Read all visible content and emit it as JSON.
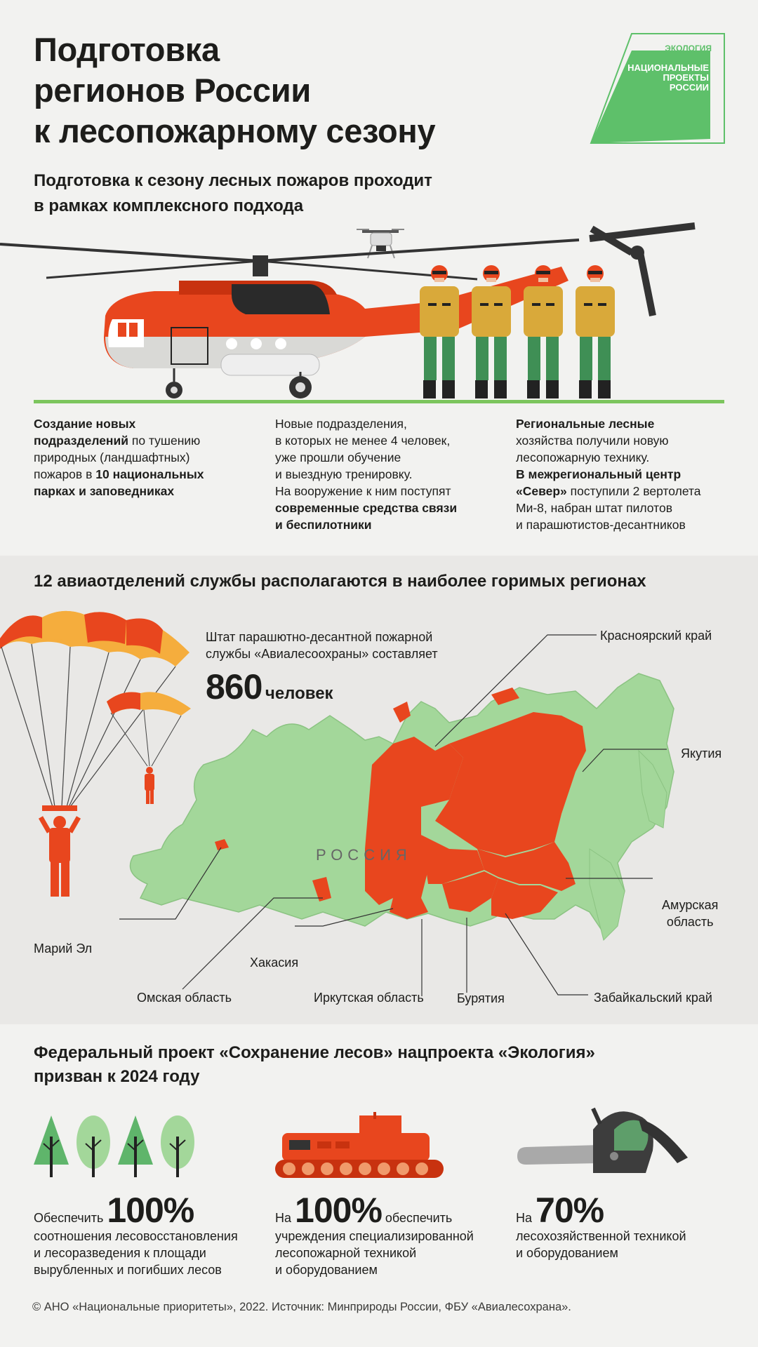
{
  "header": {
    "title_lines": [
      "Подготовка",
      "регионов России",
      "к лесопожарному сезону"
    ],
    "subtitle_lines": [
      "Подготовка к сезону лесных пожаров проходит",
      "в рамках комплексного подхода"
    ]
  },
  "logo": {
    "tag": "ЭКОЛОГИЯ",
    "lines": [
      "НАЦИОНАЛЬНЫЕ",
      "ПРОЕКТЫ",
      "РОССИИ"
    ],
    "color": "#5ec06a"
  },
  "columns": [
    {
      "lines": [
        [
          {
            "t": "Создание новых",
            "b": true
          }
        ],
        [
          {
            "t": "подразделений",
            "b": true
          },
          {
            "t": " по тушению",
            "b": false
          }
        ],
        [
          {
            "t": "природных (ландшафтных)",
            "b": false
          }
        ],
        [
          {
            "t": "пожаров в ",
            "b": false
          },
          {
            "t": "10 национальных",
            "b": true
          }
        ],
        [
          {
            "t": "парках и заповедниках",
            "b": true
          }
        ]
      ]
    },
    {
      "lines": [
        [
          {
            "t": "Новые подразделения,",
            "b": false
          }
        ],
        [
          {
            "t": "в которых не менее 4 человек,",
            "b": false
          }
        ],
        [
          {
            "t": "уже прошли обучение",
            "b": false
          }
        ],
        [
          {
            "t": "и выездную тренировку.",
            "b": false
          }
        ],
        [
          {
            "t": "На вооружение к ним поступят",
            "b": false
          }
        ],
        [
          {
            "t": "современные средства связи",
            "b": true
          }
        ],
        [
          {
            "t": "и беспилотники",
            "b": true
          }
        ]
      ]
    },
    {
      "lines": [
        [
          {
            "t": "Региональные лесные",
            "b": true
          }
        ],
        [
          {
            "t": "хозяйства получили новую",
            "b": false
          }
        ],
        [
          {
            "t": "лесопожарную технику.",
            "b": false
          }
        ],
        [
          {
            "t": "В межрегиональный центр",
            "b": true
          }
        ],
        [
          {
            "t": "«Север»",
            "b": true
          },
          {
            "t": " поступили 2 вертолета",
            "b": false
          }
        ],
        [
          {
            "t": "Ми-8, набран штат пилотов",
            "b": false
          }
        ],
        [
          {
            "t": "и парашютистов-десантников",
            "b": false
          }
        ]
      ]
    }
  ],
  "map_section": {
    "heading": "12 авиаотделений службы располагаются в наиболее горимых регионах",
    "staff_lines": [
      "Штат парашютно-десантной пожарной",
      "службы «Авиалесоохраны» составляет"
    ],
    "staff_number": "860",
    "staff_unit": "человек",
    "country_label": "РОССИЯ",
    "regions": {
      "krasnoyarsk": "Красноярский край",
      "yakutia": "Якутия",
      "amur_1": "Амурская",
      "amur_2": "область",
      "mari_el": "Марий Эл",
      "khakassia": "Хакасия",
      "omsk": "Омская область",
      "irkutsk": "Иркутская область",
      "buryatia": "Бурятия",
      "zabaykalsky": "Забайкальский край"
    },
    "colors": {
      "highlight": "#e8461e",
      "land": "#a3d79a",
      "land_border": "#8bc382"
    }
  },
  "project": {
    "heading_lines": [
      "Федеральный проект «Сохранение лесов» нацпроекта «Экология»",
      "призван к 2024 году"
    ],
    "stats": [
      {
        "prefix": "Обеспечить",
        "value": "100%",
        "suffix": "",
        "lines": [
          "соотношения лесовосстановления",
          "и лесоразведения к площади",
          "вырубленных и погибших лесов"
        ]
      },
      {
        "prefix": "На",
        "value": "100%",
        "suffix": "обеспечить",
        "lines": [
          "учреждения специализированной",
          "лесопожарной техникой",
          "и оборудованием"
        ]
      },
      {
        "prefix": "На",
        "value": "70%",
        "suffix": "",
        "lines": [
          "лесохозяйственной техникой",
          "и оборудованием"
        ]
      }
    ]
  },
  "footer": "© АНО «Национальные приоритеты», 2022. Источник: Минприроды России, ФБУ «Авиалесохрана».",
  "icons": [
    "helicopter-icon",
    "drone-icon",
    "firefighter-icon",
    "parachutist-icon",
    "tree-icon",
    "tracked-vehicle-icon",
    "chainsaw-icon"
  ]
}
